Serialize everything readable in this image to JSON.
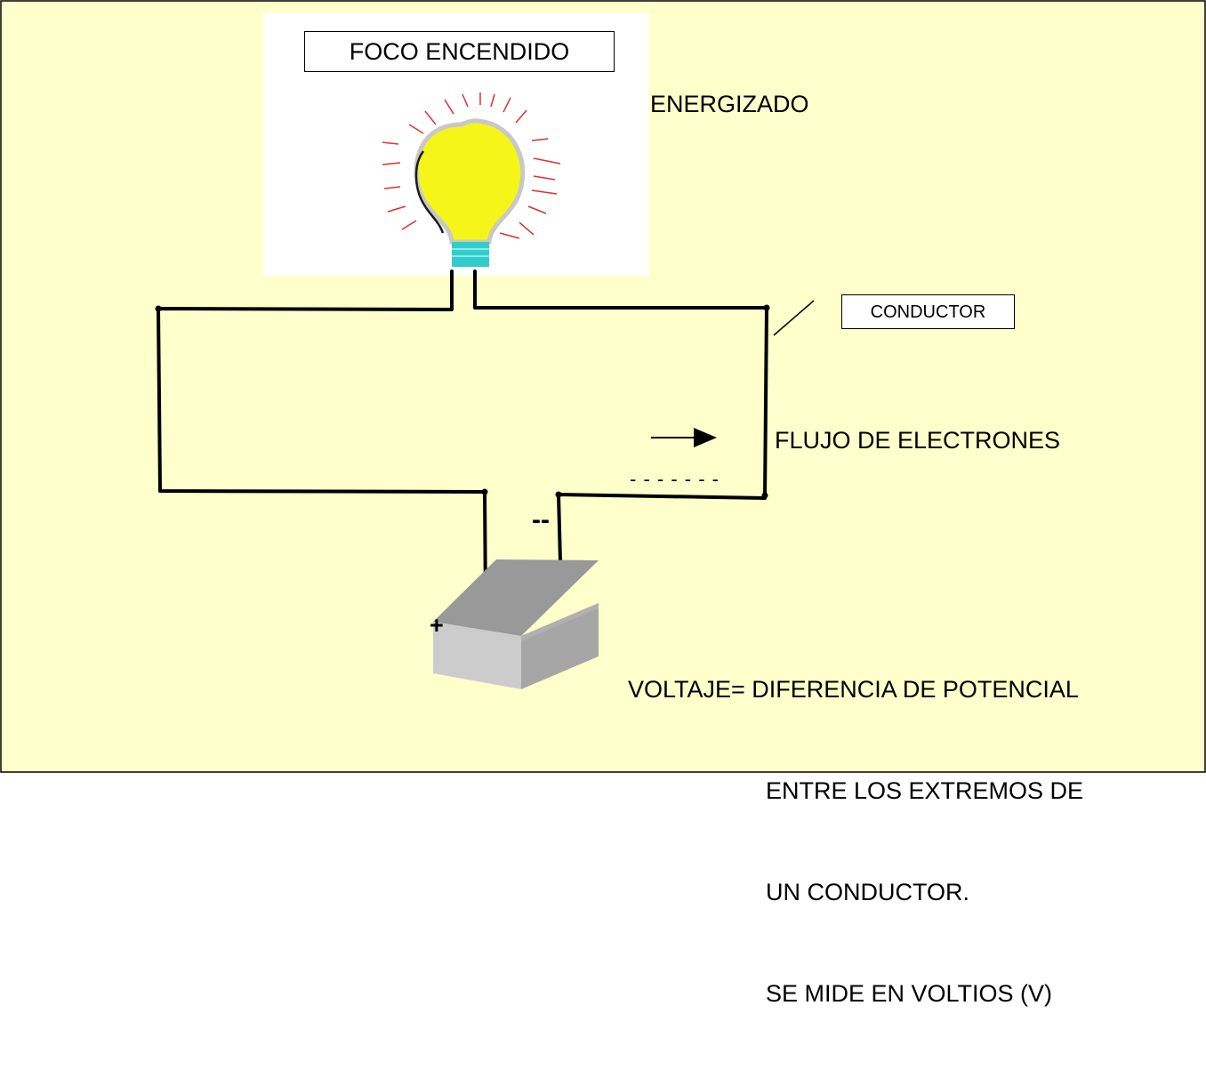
{
  "colors": {
    "background": "#FFFFCC",
    "wire": "#000000",
    "bulb_glass": "#F5F51A",
    "bulb_base": "#33CCCC",
    "glow_rays": "#E03030",
    "battery_top": "#999999",
    "battery_front": "#CCCCCC",
    "battery_side": "#A6A6A6"
  },
  "bulb": {
    "title": "FOCO ENCENDIDO",
    "state_label": "ENERGIZADO"
  },
  "wire": {
    "label": "CONDUCTOR"
  },
  "electron_flow": {
    "label": "FLUJO DE ELECTRONES",
    "charges": "- - - - - - -"
  },
  "battery": {
    "negative_label": "--",
    "positive_label": "+"
  },
  "definition": {
    "line1": "VOLTAJE= DIFERENCIA DE POTENCIAL",
    "line2": "ENTRE LOS EXTREMOS DE",
    "line3": "UN CONDUCTOR.",
    "line4": "SE MIDE EN VOLTIOS (V)"
  },
  "icons": [
    "light-bulb-icon",
    "battery-icon",
    "arrow-right-icon"
  ]
}
